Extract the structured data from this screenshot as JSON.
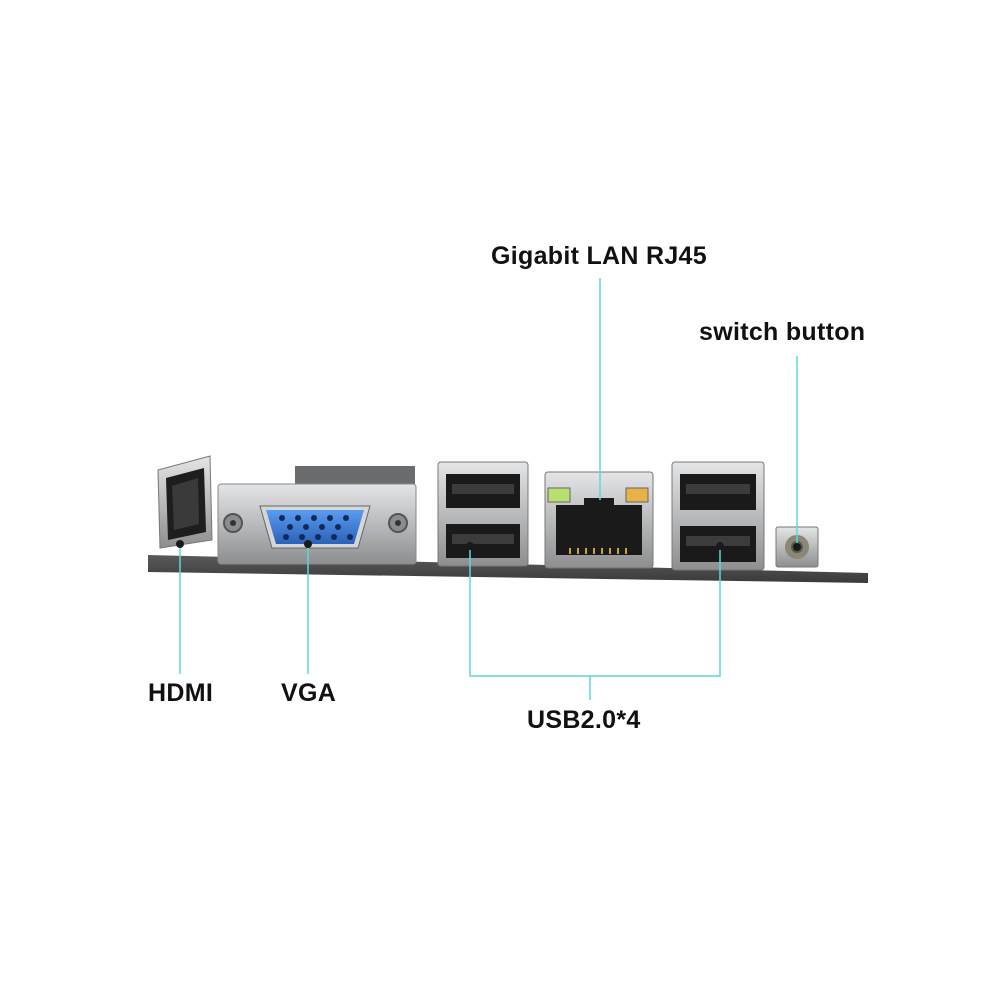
{
  "labels": {
    "lan": "Gigabit LAN RJ45",
    "switch": "switch button",
    "hdmi": "HDMI",
    "vga": "VGA",
    "usb": "USB2.0*4"
  },
  "colors": {
    "leader_line": "#5fd6dc",
    "board": "#4a4a4a",
    "metal": "#bfc1c3",
    "vga_blue": "#3d7fd9",
    "port_black": "#1a1a1a",
    "led_green": "#b8e070",
    "led_orange": "#e8b24a"
  }
}
